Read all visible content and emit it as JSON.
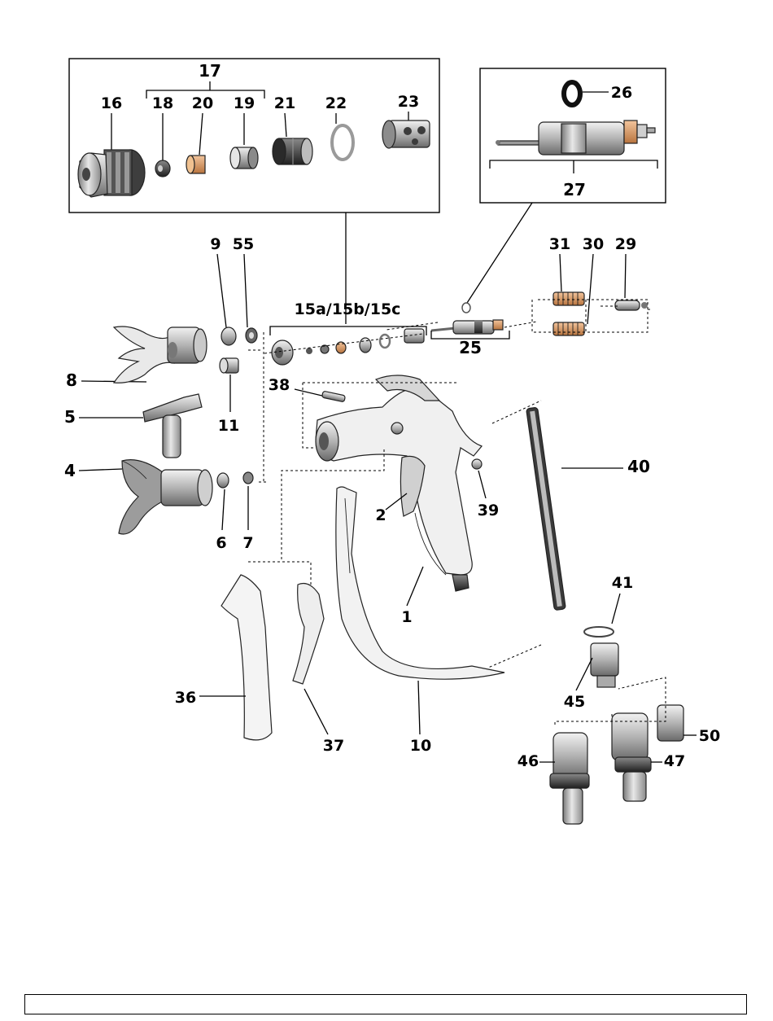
{
  "labels": {
    "l17": "17",
    "l16": "16",
    "l18": "18",
    "l20": "20",
    "l19": "19",
    "l21": "21",
    "l22": "22",
    "l23": "23",
    "l26": "26",
    "l27": "27",
    "l9": "9",
    "l55": "55",
    "l15": "15a/15b/15c",
    "l31": "31",
    "l30": "30",
    "l29": "29",
    "l25": "25",
    "l8": "8",
    "l11": "11",
    "l38": "38",
    "l5": "5",
    "l4": "4",
    "l6": "6",
    "l7": "7",
    "l2": "2",
    "l39": "39",
    "l40": "40",
    "l41": "41",
    "l1": "1",
    "l36": "36",
    "l37": "37",
    "l10": "10",
    "l45": "45",
    "l50": "50",
    "l46": "46",
    "l47": "47"
  },
  "colors": {
    "metal_dark": "#6f6f6f",
    "metal_mid": "#a9a9a9",
    "metal_light": "#dcdcdc",
    "brass": "#d89b6a",
    "rubber": "#3a3a3a"
  }
}
